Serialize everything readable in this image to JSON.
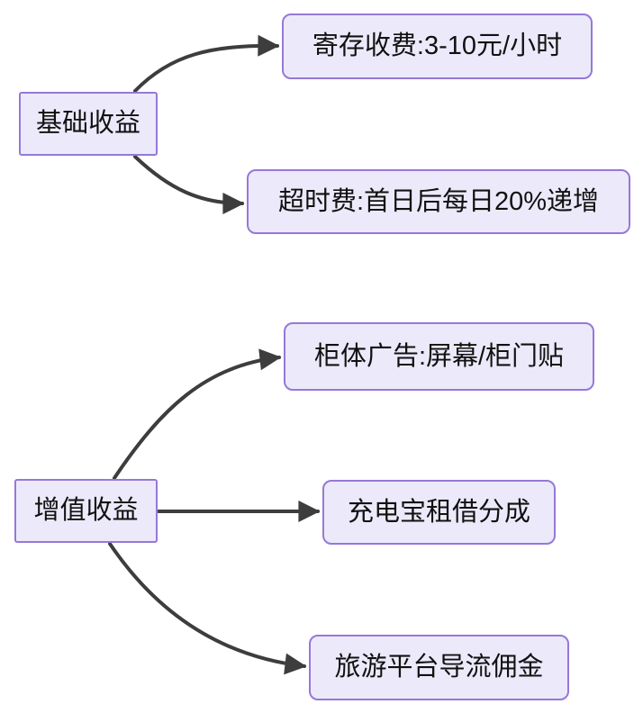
{
  "diagram": {
    "type": "mindmap-flowchart",
    "tree_basic": {
      "root": "基础收益",
      "children": [
        "寄存收费:3-10元/小时",
        "超时费:首日后每日20%递增"
      ]
    },
    "tree_value": {
      "root": "增值收益",
      "children": [
        "柜体广告:屏幕/柜门贴",
        "充电宝租借分成",
        "旅游平台导流佣金"
      ]
    },
    "colors": {
      "node_fill": "#eceafa",
      "node_border": "#9678d8",
      "arrow": "#3d3d3d",
      "text": "#111111",
      "background": "#ffffff"
    }
  }
}
